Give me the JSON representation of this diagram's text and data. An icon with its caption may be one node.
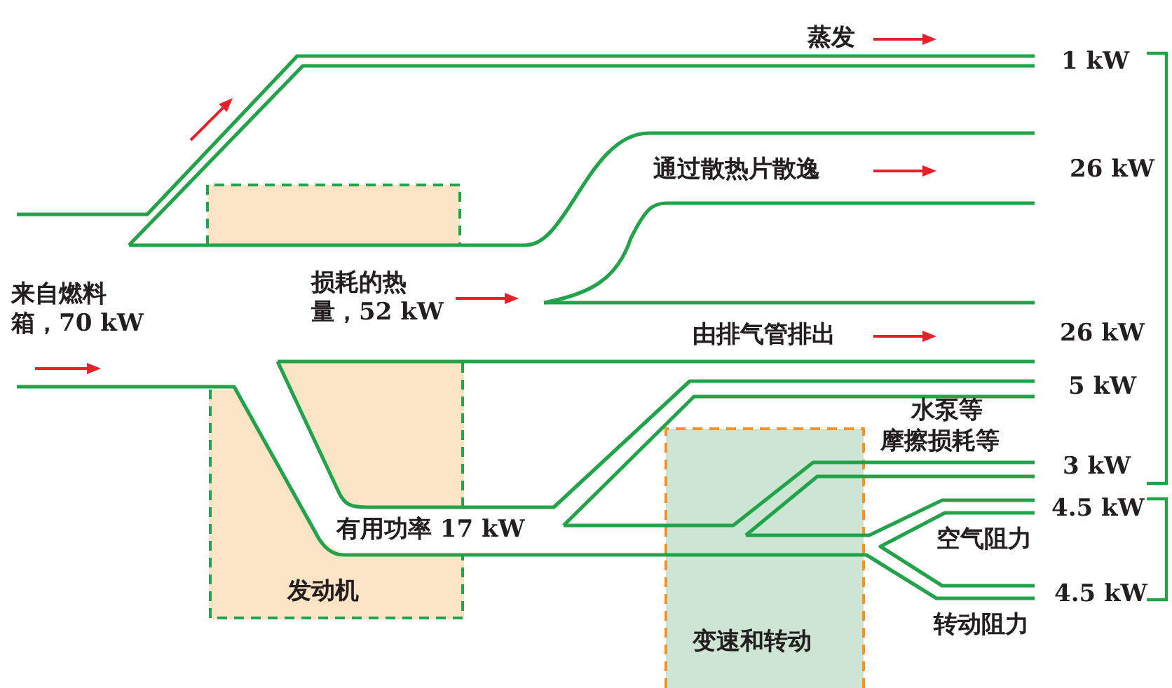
{
  "diagram": {
    "nodes": [
      {
        "text": [],
        "shape": "box"
      },
      {
        "text": [
          "发动机"
        ]
      },
      {
        "text": [
          "变速和转动"
        ]
      }
    ],
    "edges": [],
    "labels": [
      "蒸发",
      "1 kW",
      "通过散热片散逸",
      "26 kW",
      "来自燃料箱，70 kW",
      "损耗的热量，52 kW",
      "由排气管排出",
      "26 kW",
      "5 kW",
      "水泵等",
      "摩擦损耗等",
      "3 kW",
      "4.5 kW",
      "空气阻力",
      "有用功率 17 kW",
      "4.5 kW",
      "转动阻力"
    ]
  }
}
